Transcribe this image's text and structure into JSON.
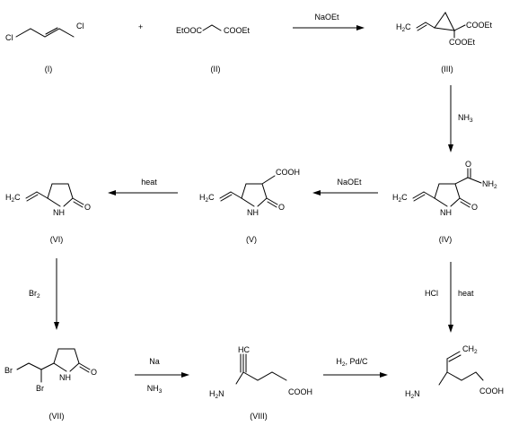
{
  "compounds": {
    "c1": {
      "number": "(I)",
      "atoms": {
        "cl_left": "Cl",
        "cl_right": "Cl"
      }
    },
    "c2": {
      "number": "(II)",
      "atoms": {
        "ester_left": "EtOOC",
        "ester_right": "COOEt"
      }
    },
    "c3": {
      "number": "(III)",
      "atoms": {
        "h2c": "H",
        "h2c_sub": "2",
        "h2c_c": "C",
        "ester_a": "COOEt",
        "ester_b": "COOEt"
      }
    },
    "c4": {
      "number": "(IV)",
      "atoms": {
        "h2c": "H",
        "h2c_sub": "2",
        "h2c_c": "C",
        "o_amide": "O",
        "nh2": "NH",
        "nh2_sub": "2",
        "nh": "NH",
        "o_ring": "O"
      }
    },
    "c5": {
      "number": "(V)",
      "atoms": {
        "h2c": "H",
        "h2c_sub": "2",
        "h2c_c": "C",
        "cooh": "COOH",
        "nh": "NH",
        "o_ring": "O"
      }
    },
    "c6": {
      "number": "(VI)",
      "atoms": {
        "h2c": "H",
        "h2c_sub": "2",
        "h2c_c": "C",
        "nh": "NH",
        "o_ring": "O"
      }
    },
    "c7": {
      "number": "(VII)",
      "atoms": {
        "br_a": "Br",
        "br_b": "Br",
        "nh": "NH",
        "o_ring": "O"
      }
    },
    "c8": {
      "number": "(VIII)",
      "atoms": {
        "hc": "HC",
        "h2n": "H",
        "h2n_sub": "2",
        "h2n_n": "N",
        "cooh": "COOH"
      }
    },
    "c9": {
      "atoms": {
        "ch2": "CH",
        "ch2_sub": "2",
        "h2n": "H",
        "h2n_sub": "2",
        "h2n_n": "N",
        "cooh": "COOH"
      }
    }
  },
  "plus": "+",
  "reagents": {
    "r1": "NaOEt",
    "r2": "NH",
    "r2_sub": "3",
    "r3": "NaOEt",
    "r4": "heat",
    "r5_a": "HCl",
    "r5_b": "heat",
    "r6": "Br",
    "r6_sub": "2",
    "r7_a": "Na",
    "r7_b": "NH",
    "r7_b_sub": "3",
    "r8_a": "H",
    "r8_sub": "2",
    "r8_b": ", Pd/C"
  }
}
